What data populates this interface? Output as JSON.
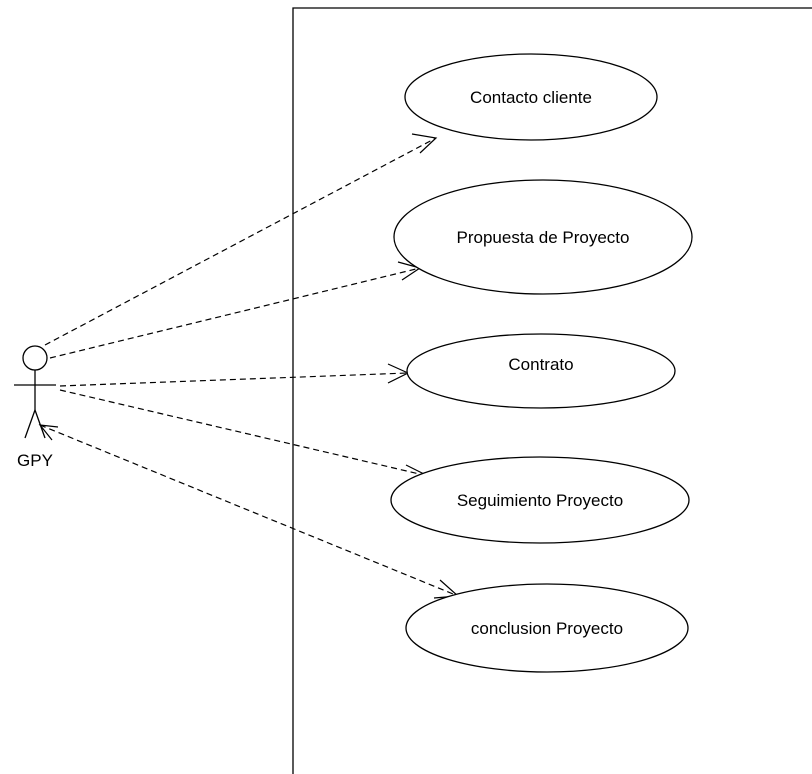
{
  "actor": {
    "name": "GPY"
  },
  "use_cases": [
    {
      "label": "Contacto cliente"
    },
    {
      "label": "Propuesta de Proyecto"
    },
    {
      "label": "Contrato"
    },
    {
      "label": "Seguimiento Proyecto"
    },
    {
      "label": "conclusion Proyecto"
    }
  ]
}
